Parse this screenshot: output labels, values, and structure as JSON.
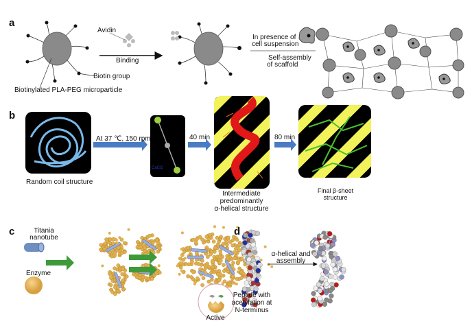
{
  "panels": {
    "a": {
      "label": "a",
      "avidin": "Avidin",
      "binding": "Binding",
      "biotin_group": "Biotin group",
      "microparticle": "Biotinylated PLA-PEG microparticle",
      "presence_line1": "In presence of",
      "presence_line2": "cell suspension",
      "self_assembly_line1": "Self-assembly",
      "self_assembly_line2": "of scaffold"
    },
    "b": {
      "label": "b",
      "random_coil": "Random coil structure",
      "condition": "At 37 ℃, 150 rpm",
      "cacl2": "CaCl2",
      "time1": "40 min",
      "time2": "80 min",
      "intermediate_line1": "Intermediate",
      "intermediate_line2": "predominantly",
      "intermediate_line3": "α-helical structure",
      "final_line1": "Final β-sheet",
      "final_line2": "structure"
    },
    "c": {
      "label": "c",
      "titania_line1": "Titania",
      "titania_line2": "nanotube",
      "enzyme": "Enzyme",
      "active": "Active"
    },
    "d": {
      "label": "d",
      "peptide_line1": "Peptide with",
      "peptide_line2": "acetylation at",
      "peptide_line3": "N-terminus",
      "arrow_line1": "α-helical and",
      "arrow_line2": "assembly"
    }
  },
  "colors": {
    "arrow_blue": "#4a7cc4",
    "arrow_green": "#3f9a3a",
    "particle": "#8a8a8a",
    "enzyme": "#e3b15a",
    "helix": "#e01818",
    "sheet": "#4cc030",
    "stripe": "#f2f25a"
  }
}
